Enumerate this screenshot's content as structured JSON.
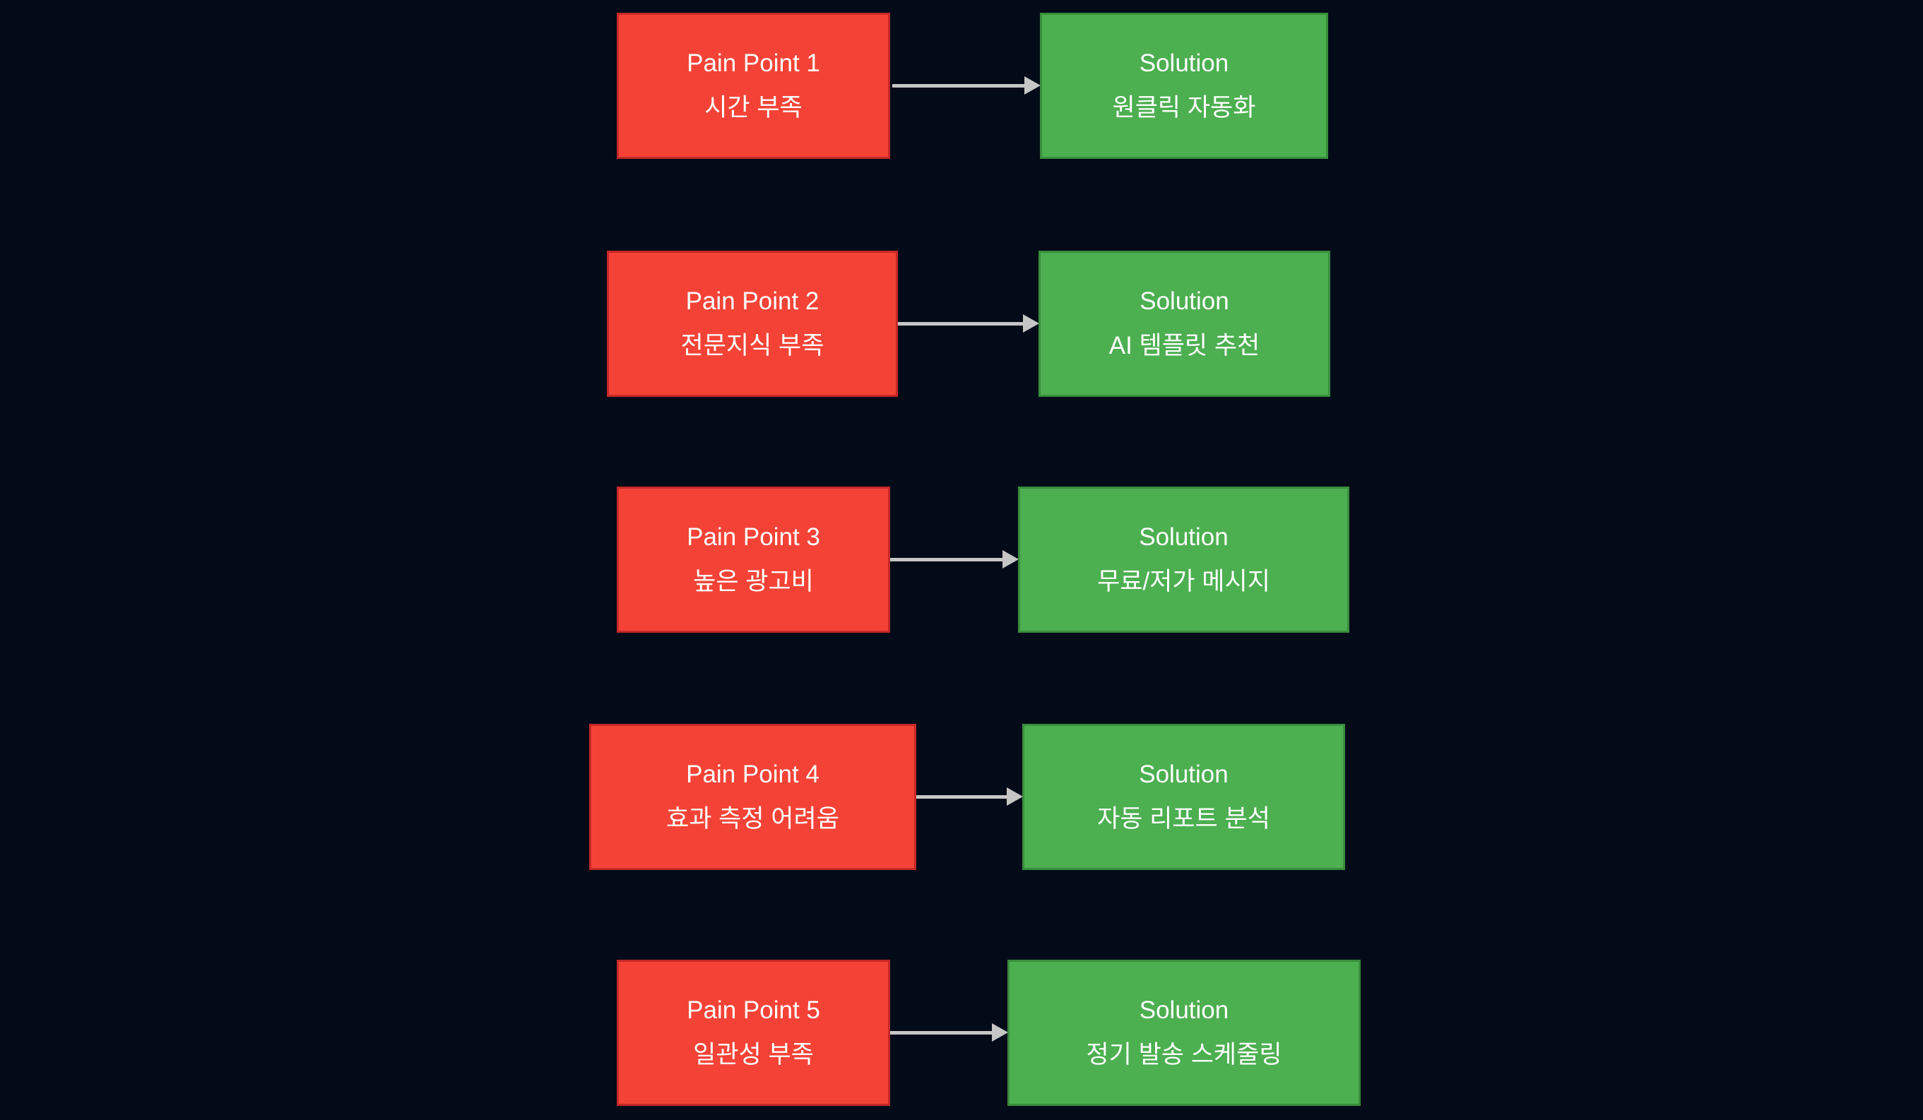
{
  "diagram": {
    "background_color": "#030b18",
    "colors": {
      "pain_fill": "#f44336",
      "pain_border": "#c62828",
      "solution_fill": "#4caf50",
      "solution_border": "#388e3c",
      "arrow": "#c6c6c6",
      "text": "#ffffff"
    },
    "rows": [
      {
        "pain_title": "Pain Point 1",
        "pain_subtitle": "시간 부족",
        "solution_title": "Solution",
        "solution_subtitle": "원클릭 자동화"
      },
      {
        "pain_title": "Pain Point 2",
        "pain_subtitle": "전문지식 부족",
        "solution_title": "Solution",
        "solution_subtitle": "AI 템플릿 추천"
      },
      {
        "pain_title": "Pain Point 3",
        "pain_subtitle": "높은 광고비",
        "solution_title": "Solution",
        "solution_subtitle": "무료/저가 메시지"
      },
      {
        "pain_title": "Pain Point 4",
        "pain_subtitle": "효과 측정 어려움",
        "solution_title": "Solution",
        "solution_subtitle": "자동 리포트 분석"
      },
      {
        "pain_title": "Pain Point 5",
        "pain_subtitle": "일관성 부족",
        "solution_title": "Solution",
        "solution_subtitle": "정기 발송 스케줄링"
      }
    ]
  }
}
